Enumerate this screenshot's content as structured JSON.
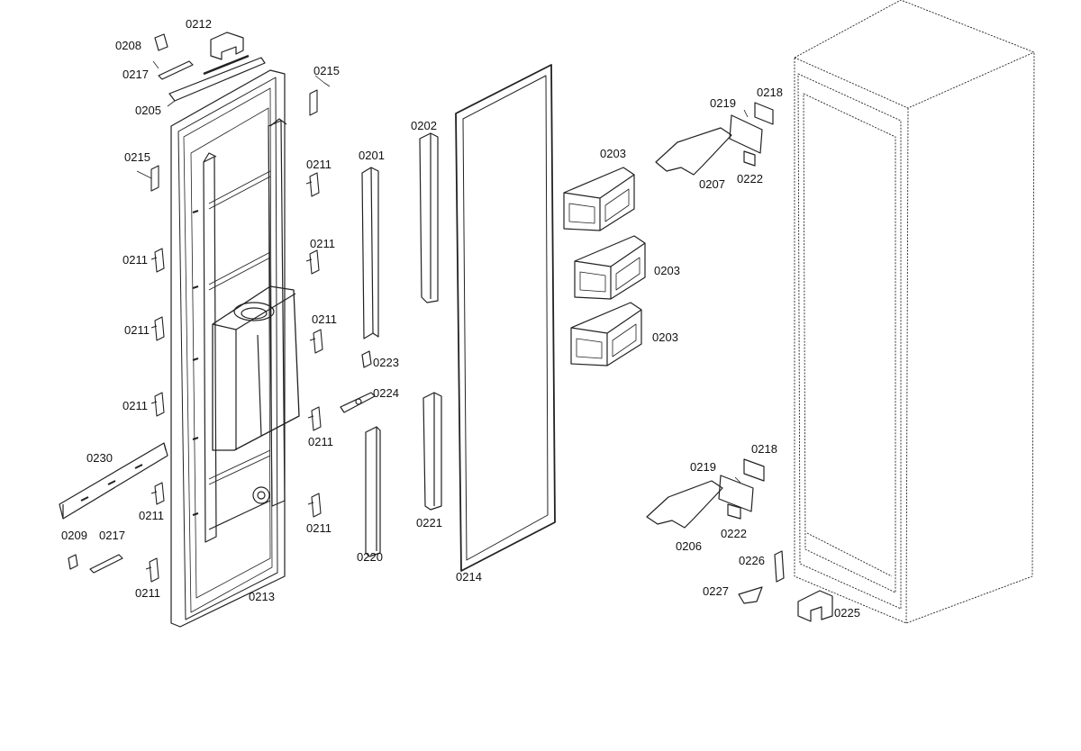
{
  "diagram": {
    "labels": [
      {
        "id": "l0208a",
        "text": "0208"
      },
      {
        "id": "l0212",
        "text": "0212"
      },
      {
        "id": "l0217a",
        "text": "0217"
      },
      {
        "id": "l0205",
        "text": "0205"
      },
      {
        "id": "l0215a",
        "text": "0215"
      },
      {
        "id": "l0215b",
        "text": "0215"
      },
      {
        "id": "l0211a",
        "text": "0211"
      },
      {
        "id": "l0211b",
        "text": "0211"
      },
      {
        "id": "l0211c",
        "text": "0211"
      },
      {
        "id": "l0211d",
        "text": "0211"
      },
      {
        "id": "l0211e",
        "text": "0211"
      },
      {
        "id": "l0211f",
        "text": "0211"
      },
      {
        "id": "l0211g",
        "text": "0211"
      },
      {
        "id": "l0211h",
        "text": "0211"
      },
      {
        "id": "l0211i",
        "text": "0211"
      },
      {
        "id": "l0211j",
        "text": "0211"
      },
      {
        "id": "l0211k",
        "text": "0211"
      },
      {
        "id": "l0230",
        "text": "0230"
      },
      {
        "id": "l0209",
        "text": "0209"
      },
      {
        "id": "l0217b",
        "text": "0217"
      },
      {
        "id": "l0213",
        "text": "0213"
      },
      {
        "id": "l0201",
        "text": "0201"
      },
      {
        "id": "l0202",
        "text": "0202"
      },
      {
        "id": "l0223",
        "text": "0223"
      },
      {
        "id": "l0224",
        "text": "0224"
      },
      {
        "id": "l0220",
        "text": "0220"
      },
      {
        "id": "l0221",
        "text": "0221"
      },
      {
        "id": "l0214",
        "text": "0214"
      },
      {
        "id": "l0203a",
        "text": "0203"
      },
      {
        "id": "l0203b",
        "text": "0203"
      },
      {
        "id": "l0203c",
        "text": "0203"
      },
      {
        "id": "l0219a",
        "text": "0219"
      },
      {
        "id": "l0218a",
        "text": "0218"
      },
      {
        "id": "l0207",
        "text": "0207"
      },
      {
        "id": "l0222a",
        "text": "0222"
      },
      {
        "id": "l0218b",
        "text": "0218"
      },
      {
        "id": "l0219b",
        "text": "0219"
      },
      {
        "id": "l0206",
        "text": "0206"
      },
      {
        "id": "l0222b",
        "text": "0222"
      },
      {
        "id": "l0226",
        "text": "0226"
      },
      {
        "id": "l0227",
        "text": "0227"
      },
      {
        "id": "l0225",
        "text": "0225"
      }
    ]
  }
}
